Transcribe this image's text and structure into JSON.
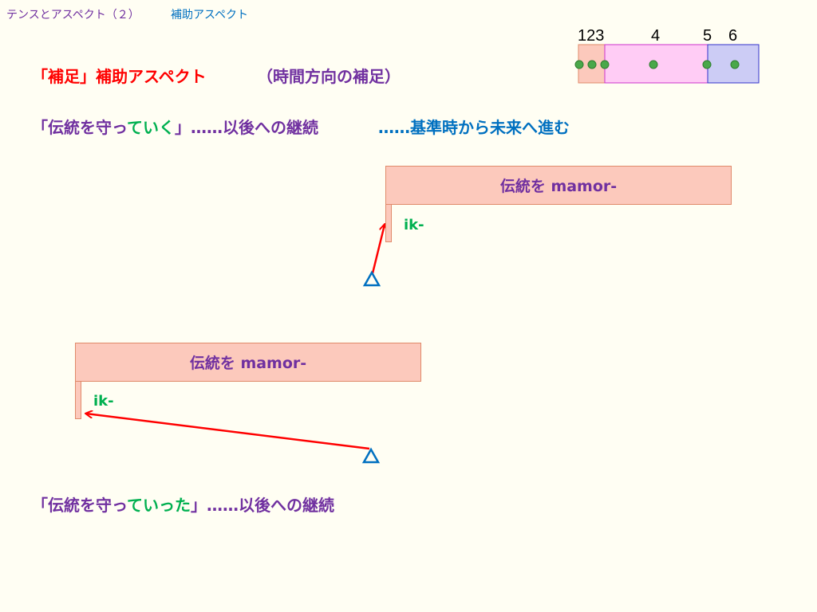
{
  "header": {
    "title": "テンスとアスペクト（２）",
    "subtitle": "補助アスペクト"
  },
  "timeline": {
    "labels": [
      "123",
      "4",
      "5",
      "6"
    ]
  },
  "heading": {
    "main": "「補足」補助アスペクト",
    "note": "（時間方向の補足）"
  },
  "example1": {
    "open": "「伝統を守っ",
    "aux": "ていく",
    "close": "」……以後への継続",
    "explanation": "……基準時から未来へ進む"
  },
  "diagram1": {
    "bar_label": "伝統を mamor-",
    "aux_label": "ik-"
  },
  "diagram2": {
    "bar_label": "伝統を mamor-",
    "aux_label": "ik-"
  },
  "example2": {
    "open": "「伝統を守っ",
    "aux": "ていった",
    "close": "」……以後への継続"
  },
  "colors": {
    "background": "#fffef3",
    "red": "#ff0000",
    "purple": "#7030a0",
    "green": "#00b050",
    "blue": "#0070c0",
    "bar_fill": "#fcc9bc",
    "pink_fill": "#ffccf5",
    "lavender_fill": "#ccccf5"
  }
}
